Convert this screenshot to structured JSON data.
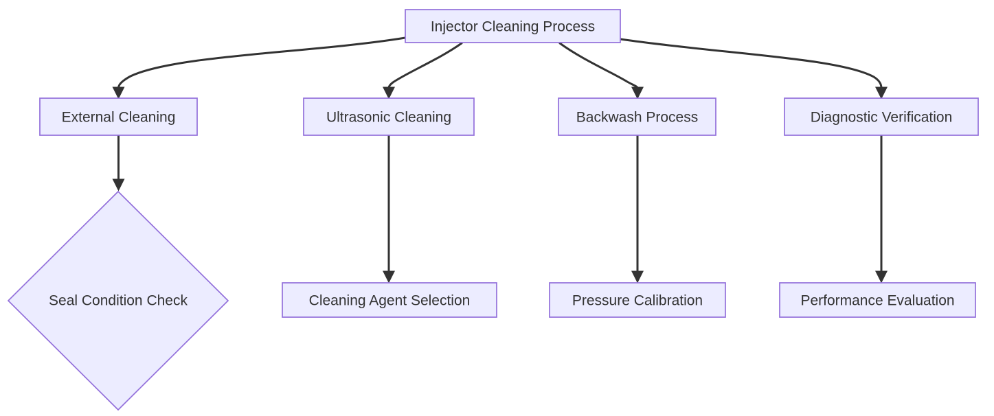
{
  "diagram": {
    "type": "flowchart",
    "direction": "top-down",
    "colors": {
      "node_fill": "#ECECFF",
      "node_border": "#9370DB",
      "edge_color": "#333333",
      "text_color": "#333333",
      "bg": "#ffffff"
    },
    "nodes": [
      {
        "id": "root",
        "label": "Injector Cleaning Process",
        "shape": "rect"
      },
      {
        "id": "external",
        "label": "External Cleaning",
        "shape": "rect"
      },
      {
        "id": "ultrasonic",
        "label": "Ultrasonic Cleaning",
        "shape": "rect"
      },
      {
        "id": "backwash",
        "label": "Backwash Process",
        "shape": "rect"
      },
      {
        "id": "diagnostic",
        "label": "Diagnostic Verification",
        "shape": "rect"
      },
      {
        "id": "seal",
        "label": "Seal Condition Check",
        "shape": "diamond"
      },
      {
        "id": "agent",
        "label": "Cleaning Agent Selection",
        "shape": "rect"
      },
      {
        "id": "pressure",
        "label": "Pressure Calibration",
        "shape": "rect"
      },
      {
        "id": "performance",
        "label": "Performance Evaluation",
        "shape": "rect"
      }
    ],
    "edges": [
      {
        "from": "root",
        "to": "external"
      },
      {
        "from": "root",
        "to": "ultrasonic"
      },
      {
        "from": "root",
        "to": "backwash"
      },
      {
        "from": "root",
        "to": "diagnostic"
      },
      {
        "from": "external",
        "to": "seal"
      },
      {
        "from": "ultrasonic",
        "to": "agent"
      },
      {
        "from": "backwash",
        "to": "pressure"
      },
      {
        "from": "diagnostic",
        "to": "performance"
      }
    ]
  }
}
